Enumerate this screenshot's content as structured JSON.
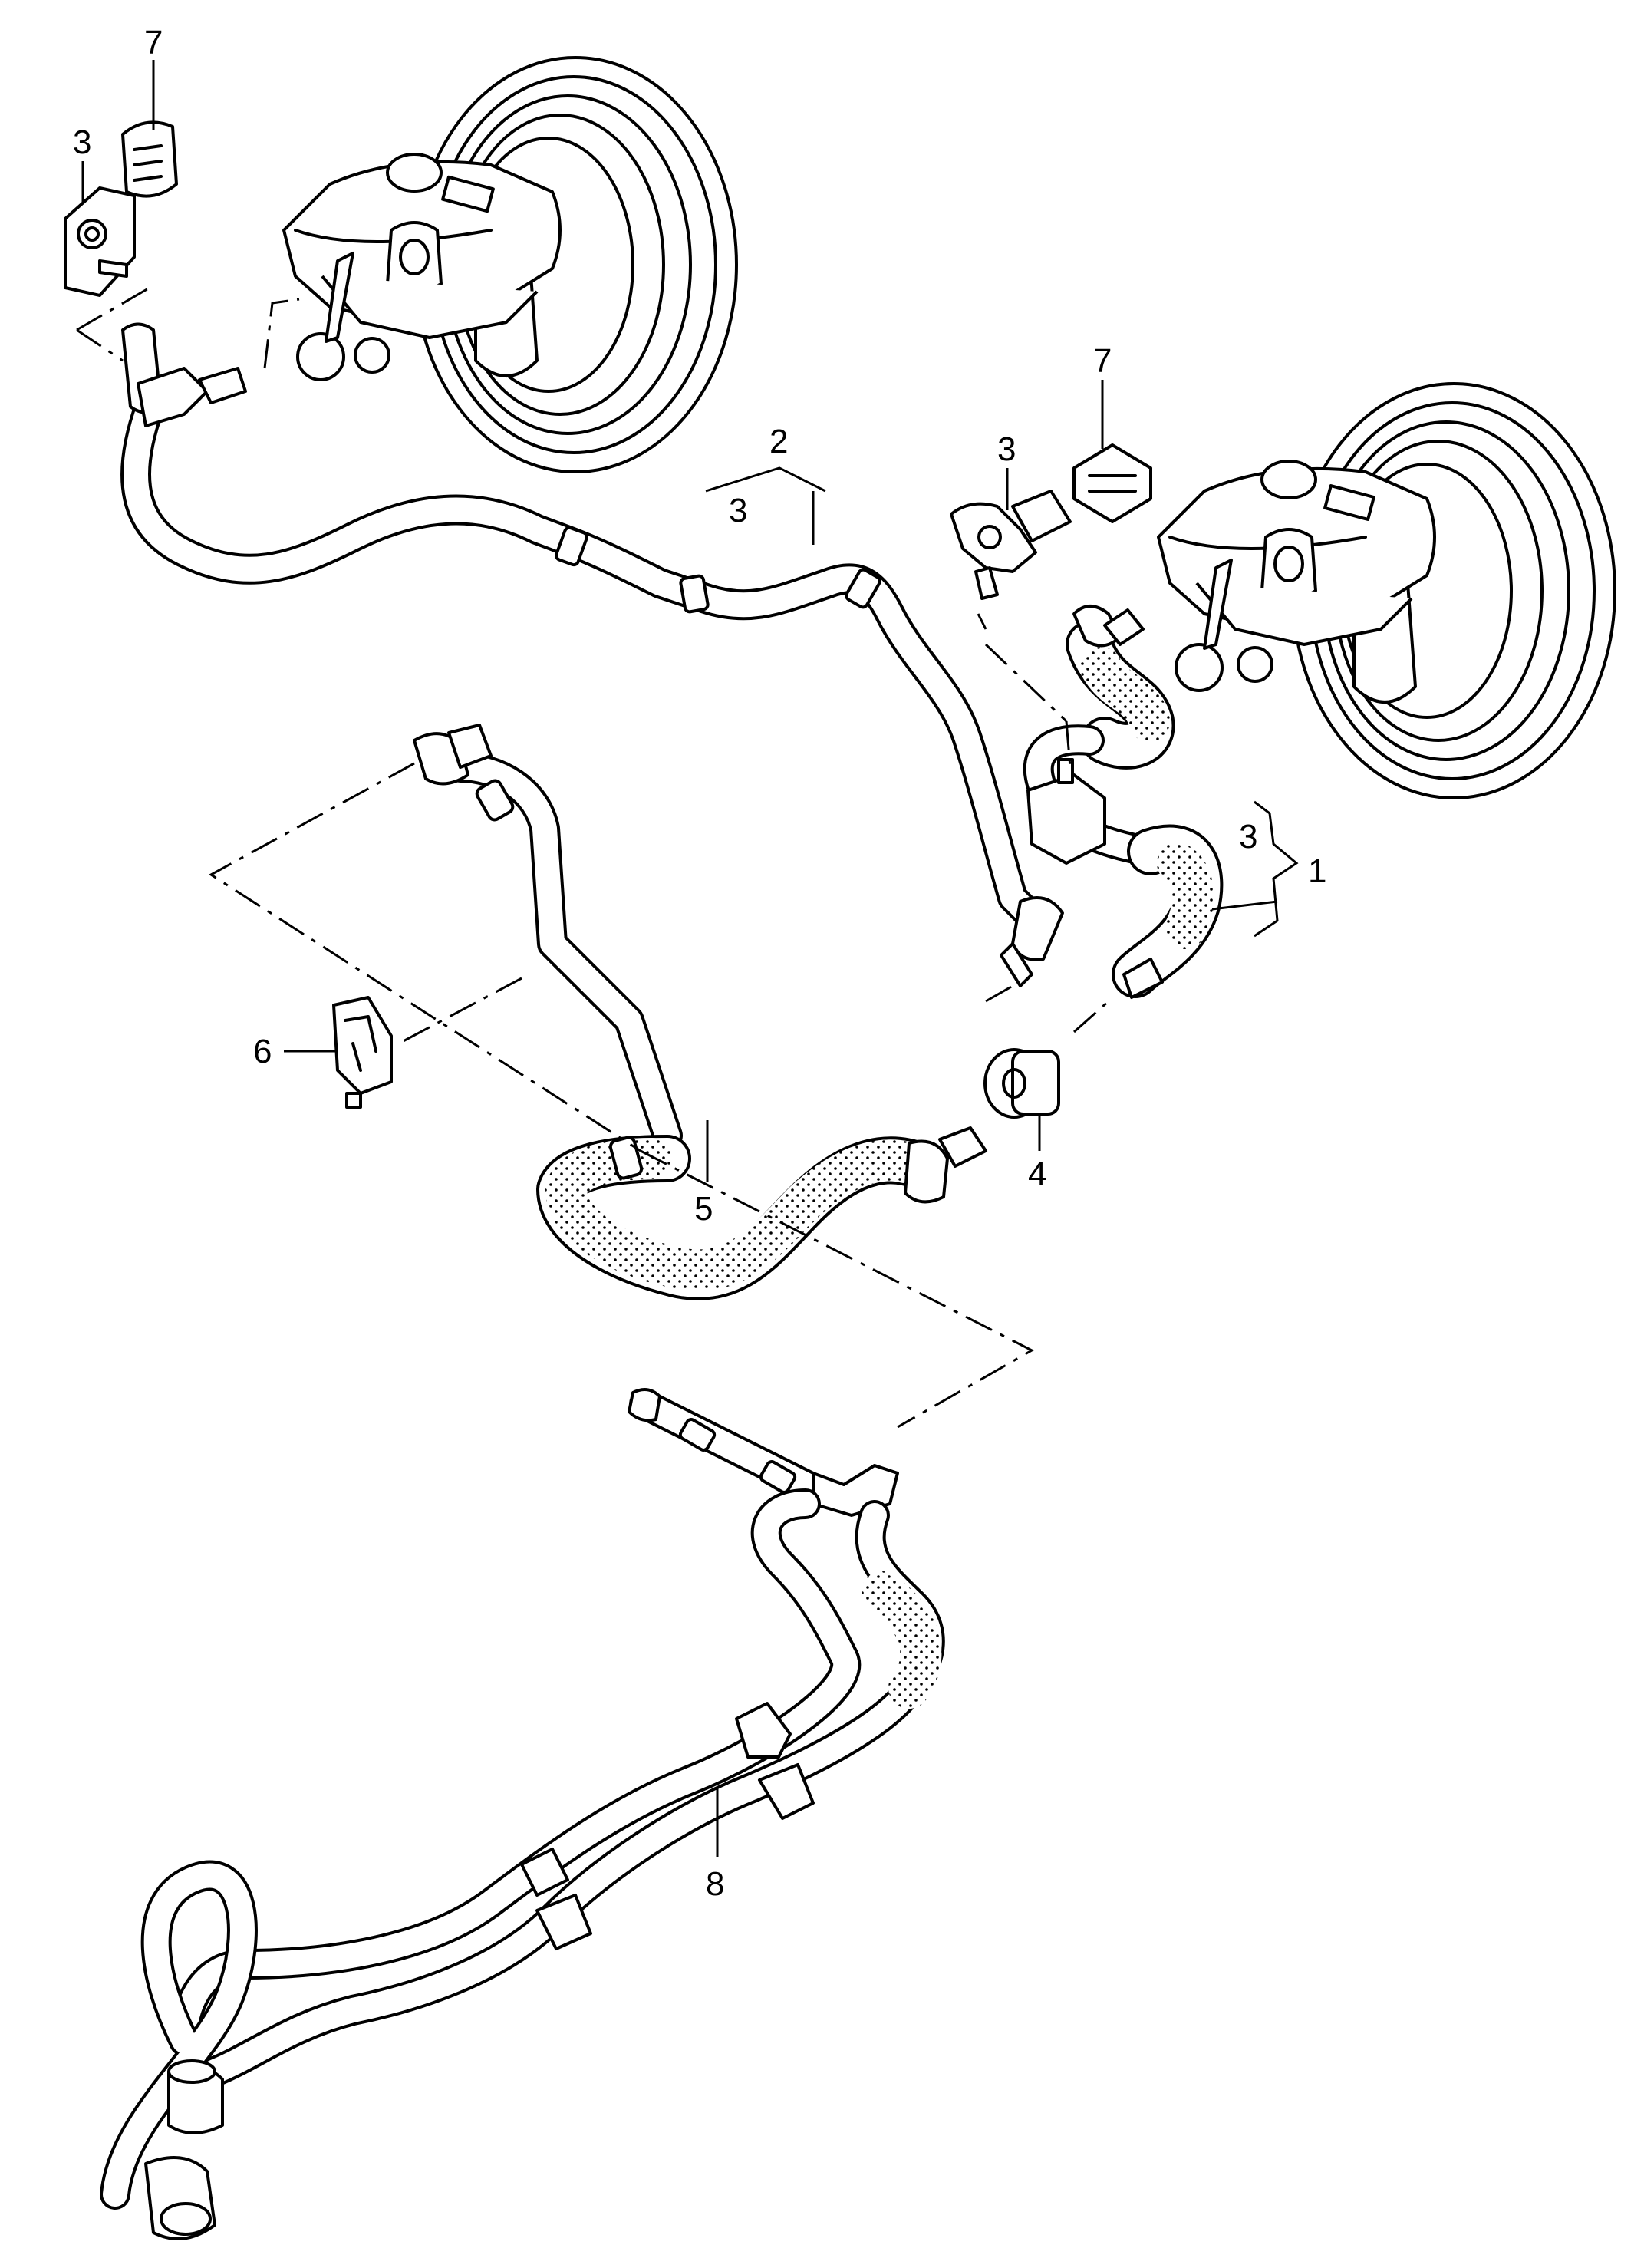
{
  "callouts": {
    "c1": "1",
    "c2": "2",
    "c3_top_left": "3",
    "c3_bracket_top": "3",
    "c3_mid_right": "3",
    "c3_bracket_right": "3",
    "c4": "4",
    "c5": "5",
    "c6": "6",
    "c7_top_left": "7",
    "c7_mid_right": "7",
    "c8": "8"
  },
  "colors": {
    "line": "#000000",
    "background": "#ffffff"
  }
}
